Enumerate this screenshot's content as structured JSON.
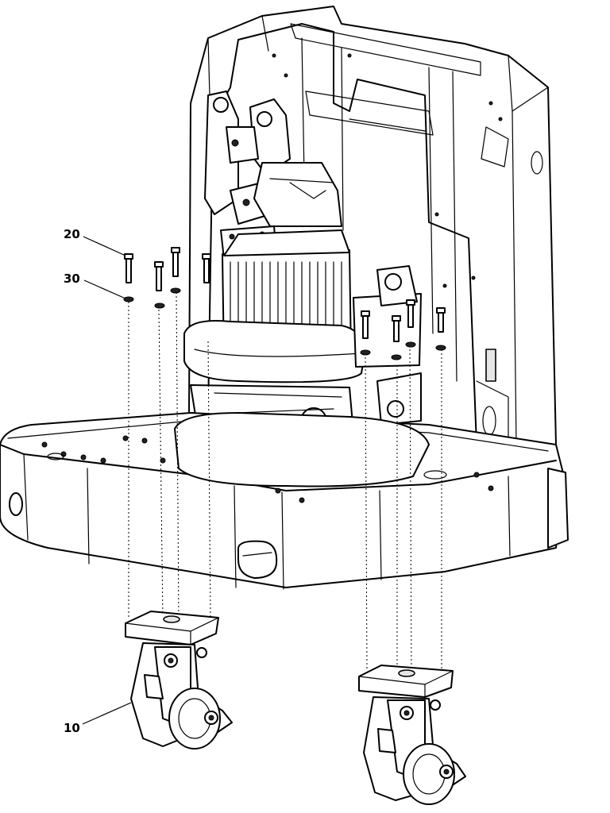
{
  "callouts": {
    "item_20": "20",
    "item_30": "30",
    "item_10": "10"
  },
  "colors": {
    "line": "#000000",
    "background": "#ffffff",
    "shade": "#e6e6e6"
  }
}
